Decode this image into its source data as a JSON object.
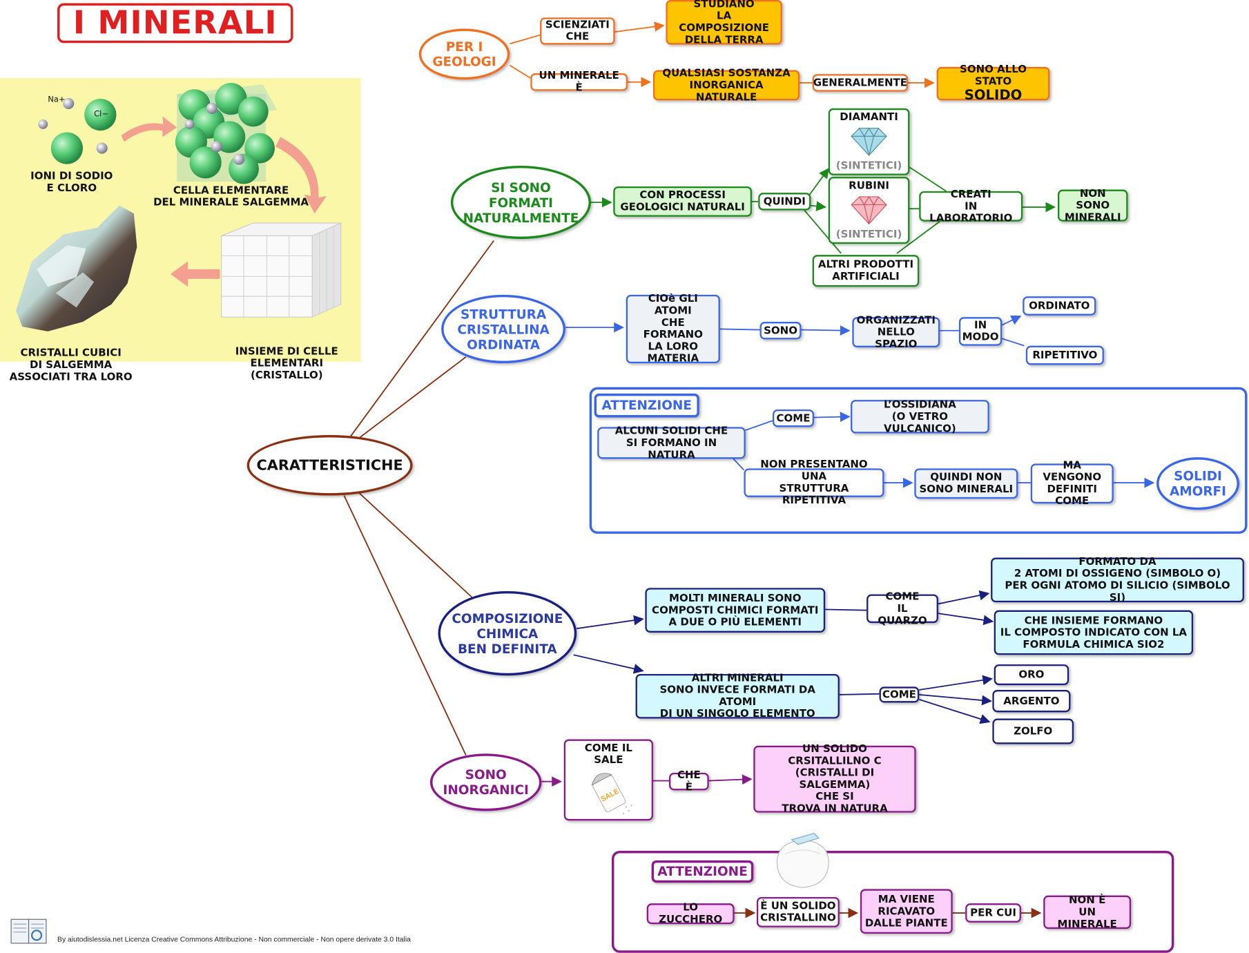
{
  "title": "I MINERALI",
  "left_panel": {
    "ions_label": "IONI DI SODIO\nE CLORO",
    "na_label": "Na+",
    "cl_label": "Cl−",
    "cell_label": "CELLA ELEMENTARE\nDEL MINERALE SALGEMMA",
    "crystal_label": "INSIEME DI CELLE\nELEMENTARI\n(CRISTALLO)",
    "rock_label": "CRISTALLI CUBICI\nDI SALGEMMA\nASSOCIATI TRA LORO"
  },
  "center": "CARATTERISTICHE",
  "geologi": {
    "head": "PER I\nGEOLOGI",
    "scienziati": "SCIENZIATI\nCHE",
    "studiano": "STUDIANO\nLA COMPOSIZIONE\nDELLA TERRA",
    "un_minerale": "UN MINERALE È",
    "qualsiasi": "QUALSIASI SOSTANZA\nINORGANICA NATURALE",
    "generalmente": "GENERALMENTE",
    "solido_line1": "SONO ALLO STATO",
    "solido_line2": "SOLIDO"
  },
  "formati": {
    "head": "SI SONO\nFORMATI\nNATURALMENTE",
    "processi": "CON PROCESSI\nGEOLOGICI NATURALI",
    "quindi": "QUINDI",
    "diamanti": "DIAMANTI",
    "rubini": "RUBINI",
    "sintetici": "(SINTETICI)",
    "altri": "ALTRI PRODOTTI\nARTIFICIALI",
    "creati": "CREATI\nIN LABORATORIO",
    "non_sono": "NON SONO\nMINERALI"
  },
  "struttura": {
    "head": "STRUTTURA\nCRISTALLINA\nORDINATA",
    "cioe": "CIOè GLI\nATOMI\nCHE FORMANO\nLA LORO\nMATERIA",
    "sono": "SONO",
    "organizzati": "ORGANIZZATI\nNELLO SPAZIO",
    "in_modo": "IN\nMODO",
    "ordinato": "ORDINATO",
    "ripetitivo": "RIPETITIVO"
  },
  "attenzione1": {
    "label": "ATTENZIONE",
    "alcuni": "ALCUNI SOLIDI CHE\nSI FORMANO IN NATURA",
    "come": "COME",
    "ossidiana": "L’OSSIDIANA\n(O VETRO VULCANICO)",
    "non_presentano": "NON PRESENTANO UNA\nSTRUTTURA RIPETITIVA",
    "quindi_non": "QUINDI NON\nSONO MINERALI",
    "ma_vengono": "MA VENGONO\nDEFINITI\nCOME",
    "amorfi": "SOLIDI\nAMORFI"
  },
  "composizione": {
    "head": "COMPOSIZIONE\nCHIMICA\nBEN DEFINITA",
    "molti": "MOLTI MINERALI SONO\nCOMPOSTI CHIMICI FORMATI\nA DUE O PIÙ ELEMENTI",
    "come_quarzo": "COME\nIL QUARZO",
    "formato_da": "FORMATO DA\n2 ATOMI DI OSSIGENO (SIMBOLO O)\nPER OGNI ATOMO DI SILICIO (SIMBOLO SI)",
    "insieme": "CHE INSIEME FORMANO\nIL COMPOSTO INDICATO CON LA\nFORMULA CHIMICA SIO2",
    "altri": "ALTRI MINERALI\nSONO INVECE FORMATI DA ATOMI\nDI UN SINGOLO ELEMENTO",
    "come": "COME",
    "oro": "ORO",
    "argento": "ARGENTO",
    "zolfo": "ZOLFO"
  },
  "inorganici": {
    "head": "SONO\nINORGANICI",
    "sale": "COME IL SALE",
    "sale_word": "SALE",
    "che_e": "CHE È",
    "solido": "UN SOLIDO\nCRSITALLILNO C\n(CRISTALLI DI SALGEMMA)\nCHE SI\nTROVA IN NATURA"
  },
  "attenzione2": {
    "label": "ATTENZIONE",
    "zucchero": "LO ZUCCHERO",
    "e_un_solido": "È UN SOLIDO\nCRISTALLINO",
    "ma_viene": "MA VIENE\nRICAVATO\nDALLE PIANTE",
    "per_cui": "PER CUI",
    "non_e": "NON È\nUN MINERALE"
  },
  "credit": "By aiutodislessia.net Licenza Creative Commons Attribuzione - Non commerciale - Non opere derivate 3.0 Italia",
  "colors": {
    "orange": "#f07020",
    "green": "#1a8a1a",
    "blue": "#3a66e8",
    "navy": "#1a2080",
    "purple": "#8a1a8a",
    "brown": "#8a3010",
    "red": "#e02020"
  }
}
